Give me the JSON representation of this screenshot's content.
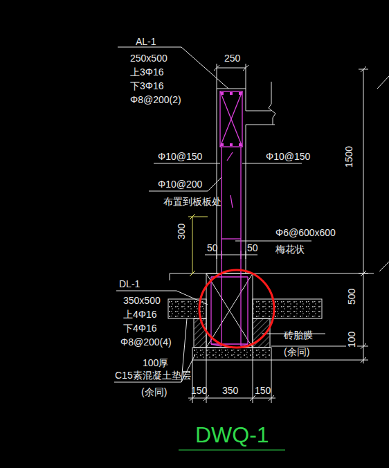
{
  "diagram": {
    "title": "DWQ-1",
    "labels": [
      "AL-1",
      "250x500",
      "上3Φ16",
      "下3Φ16",
      "Φ8@200(2)",
      "250",
      "Φ10@150",
      "Φ10@150",
      "Φ10@200",
      "布置到板板处",
      "Φ6@600x600",
      "梅花状",
      "300",
      "50",
      "50",
      "DL-1",
      "350x500",
      "上4Φ16",
      "下4Φ16",
      "Φ8@200(4)",
      "100厚",
      "C15素混凝土垫层",
      "(余同)",
      "砖胎膜",
      "(余同)",
      "150",
      "350",
      "150",
      "1500",
      "500",
      "100"
    ]
  }
}
